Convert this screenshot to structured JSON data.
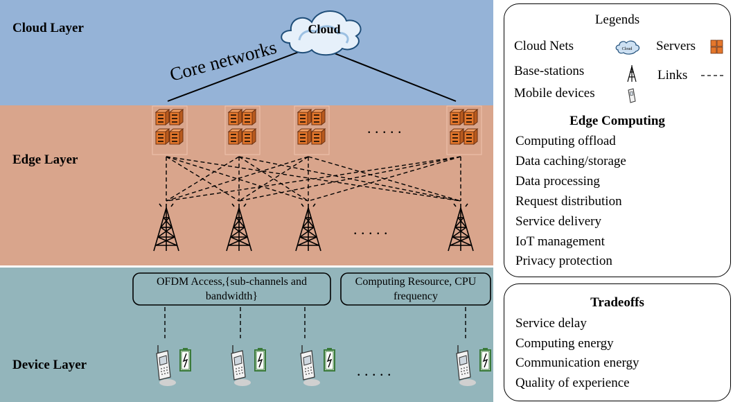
{
  "layers": {
    "cloud": "Cloud Layer",
    "edge": "Edge Layer",
    "device": "Device Layer"
  },
  "cloud_label": "Cloud",
  "core_networks": "Core networks",
  "ellipsis": ". . . . .",
  "access_box": "OFDM Access,{sub-channels and bandwidth}",
  "resource_box": "Computing Resource, CPU frequency",
  "legend": {
    "title": "Legends",
    "cloud_nets": "Cloud Nets",
    "servers": "Servers",
    "base_stations": "Base-stations",
    "links": "Links",
    "mobile_devices": "Mobile devices",
    "cloud_icon_text": "Cloud"
  },
  "edge_computing": {
    "title": "Edge Computing",
    "items": [
      "Computing offload",
      "Data caching/storage",
      "Data processing",
      "Request distribution",
      "Service delivery",
      "IoT management",
      "Privacy protection"
    ]
  },
  "tradeoffs": {
    "title": "Tradeoffs",
    "items": [
      "Service delay",
      "Computing energy",
      "Communication energy",
      "Quality of experience"
    ]
  },
  "colors": {
    "cloud_layer": "#95b3d7",
    "edge_layer": "#d9a58c",
    "device_layer": "#93b5bb",
    "server": "#e4772c",
    "battery": "#3a7a3a"
  }
}
